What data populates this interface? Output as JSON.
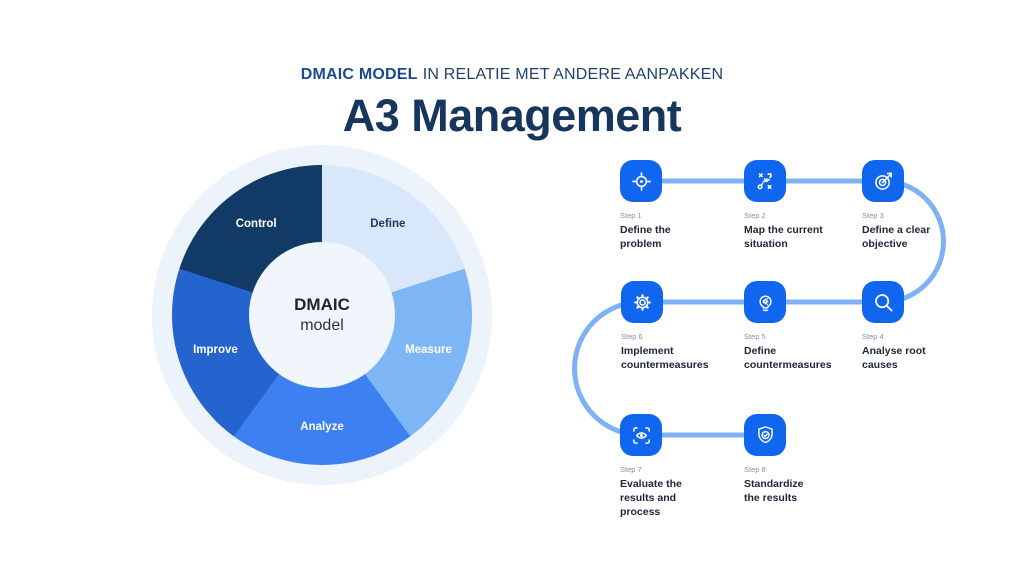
{
  "header": {
    "kicker_bold": "DMAIC MODEL",
    "kicker_rest": "IN RELATIE MET ANDERE AANPAKKEN",
    "title": "A3 Management"
  },
  "chart_data": {
    "type": "pie",
    "subtype": "donut",
    "title": "DMAIC model",
    "center_title": "DMAIC",
    "center_subtitle": "model",
    "legend_position": "on-slices",
    "segments": [
      {
        "label": "Define",
        "value": 20,
        "color": "#d9e7fb",
        "label_color": "#1e3a60"
      },
      {
        "label": "Measure",
        "value": 20,
        "color": "#7eb5f4",
        "label_color": "#ffffff"
      },
      {
        "label": "Analyze",
        "value": 20,
        "color": "#3c80f2",
        "label_color": "#ffffff"
      },
      {
        "label": "Improve",
        "value": 20,
        "color": "#2563ce",
        "label_color": "#ffffff"
      },
      {
        "label": "Control",
        "value": 20,
        "color": "#113a66",
        "label_color": "#ffffff"
      }
    ]
  },
  "flow": {
    "steps": [
      {
        "step_label": "Step 1",
        "title": "Define the\nproblem",
        "icon": "target-locate-icon"
      },
      {
        "step_label": "Step 2",
        "title": "Map the current\nsituation",
        "icon": "strategy-route-icon"
      },
      {
        "step_label": "Step 3",
        "title": "Define a clear\nobjective",
        "icon": "dartboard-arrow-icon"
      },
      {
        "step_label": "Step 4",
        "title": "Analyse root\ncauses",
        "icon": "magnifier-icon"
      },
      {
        "step_label": "Step 5",
        "title": "Define\ncountermeasures",
        "icon": "lightbulb-gear-icon"
      },
      {
        "step_label": "Step 6",
        "title": "Implement\ncountermeasures",
        "icon": "gear-icon"
      },
      {
        "step_label": "Step 7",
        "title": "Evaluate the\nresults and\nprocess",
        "icon": "eye-scan-icon"
      },
      {
        "step_label": "Step 8",
        "title": "Standardize\nthe results",
        "icon": "shield-check-icon"
      }
    ]
  },
  "colors": {
    "accent_blue": "#1166f0",
    "connector_blue": "#7fb1f7",
    "halo": "#ecf3fb",
    "inner_circle": "#f1f6fd",
    "kicker_blue": "#174b90",
    "kicker_navy": "#21416b",
    "title_navy": "#17365e"
  }
}
